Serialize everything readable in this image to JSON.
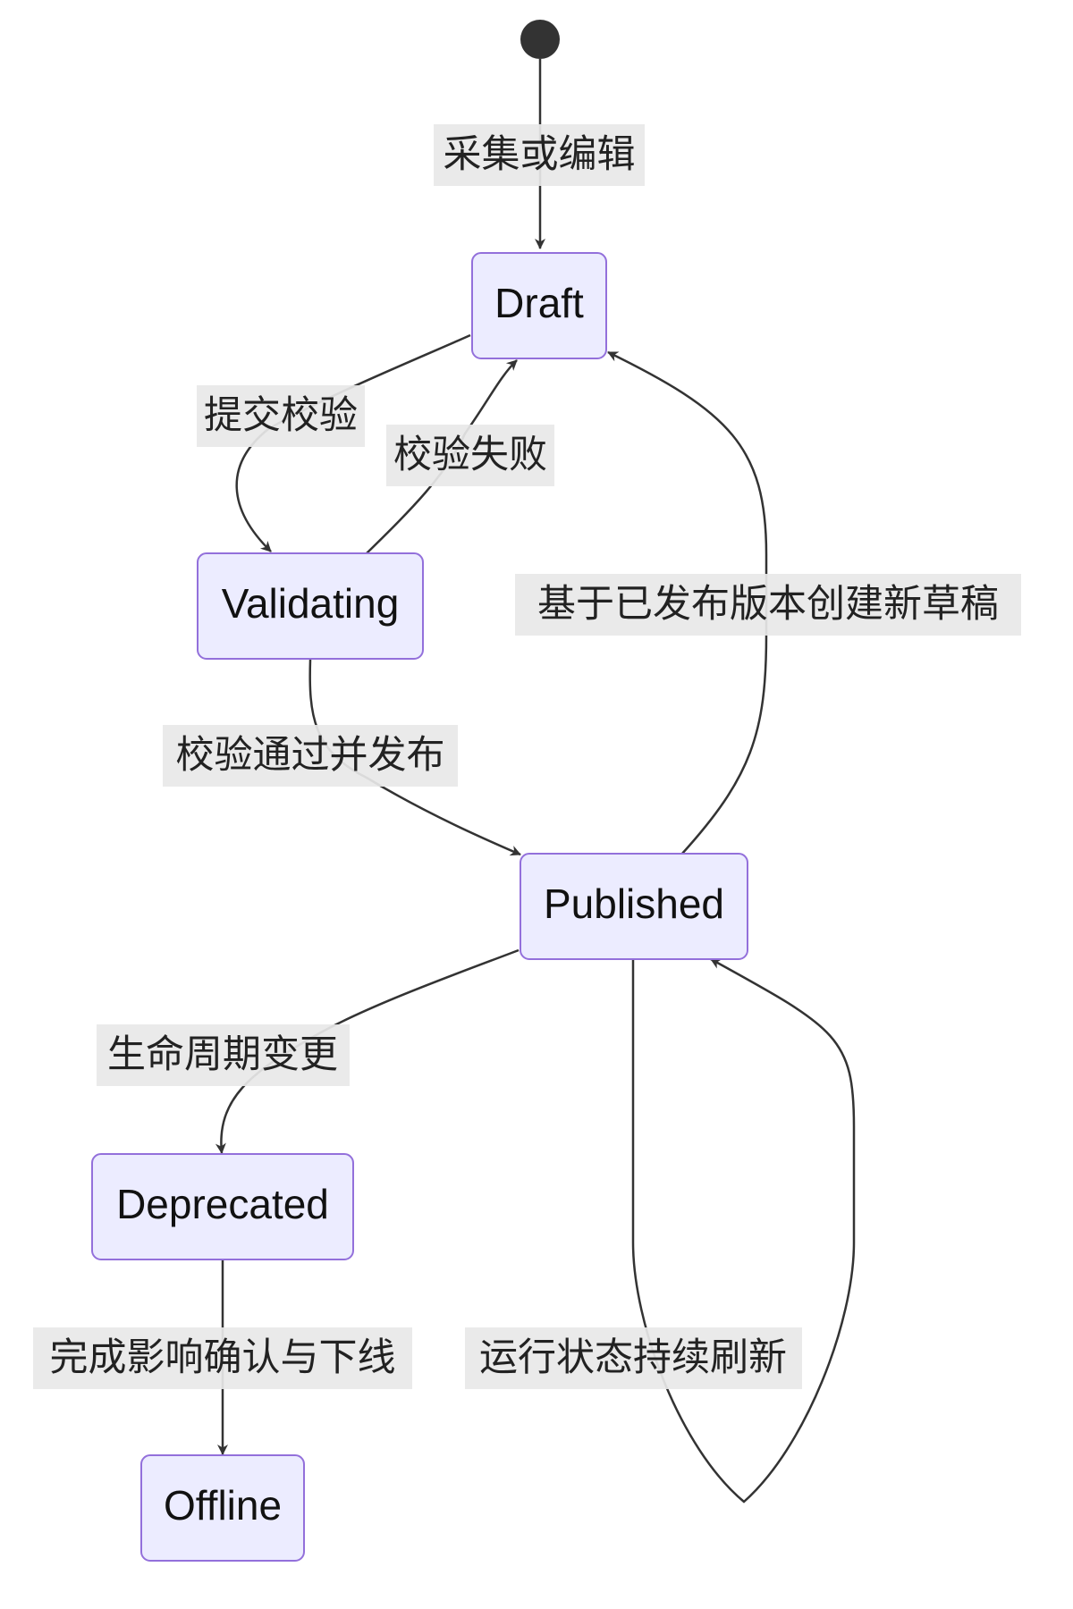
{
  "diagram": {
    "type": "state-diagram",
    "start": {
      "icon": "start-state-dot",
      "color": "#333333"
    },
    "states": {
      "draft": "Draft",
      "validating": "Validating",
      "published": "Published",
      "deprecated": "Deprecated",
      "offline": "Offline"
    },
    "transitions": {
      "collect_or_edit": "采集或编辑",
      "submit_validation": "提交校验",
      "validation_failed": "校验失败",
      "validation_passed_publish": "校验通过并发布",
      "new_draft_from_published": "基于已发布版本创建新草稿",
      "lifecycle_change": "生命周期变更",
      "confirm_and_offline": "完成影响确认与下线",
      "runtime_refresh": "运行状态持续刷新"
    },
    "colors": {
      "node_fill": "#ececff",
      "node_border": "#9370db",
      "edge": "#333333",
      "label_background": "#e8e8e8"
    }
  }
}
